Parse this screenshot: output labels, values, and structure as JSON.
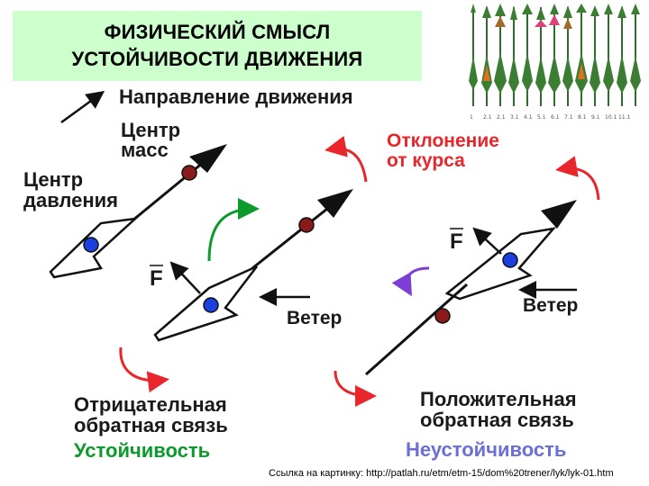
{
  "title": {
    "line1": "ФИЗИЧЕСКИЙ СМЫСЛ",
    "line2": "УСТОЙЧИВОСТИ ДВИЖЕНИЯ"
  },
  "labels": {
    "direction": "Направление движения",
    "center_mass_1": "Центр",
    "center_mass_2": "масс",
    "center_pressure_1": "Центр",
    "center_pressure_2": "давления",
    "deviation_1": "Отклонение",
    "deviation_2": "от курса",
    "force_left": "F",
    "force_right": "F",
    "wind_left": "Ветер",
    "wind_right": "Ветер",
    "neg_feedback_1": "Отрицательная",
    "neg_feedback_2": "обратная связь",
    "stability": "Устойчивость",
    "pos_feedback_1": "Положительная",
    "pos_feedback_2": "обратная связь",
    "instability": "Неустойчивость"
  },
  "caption": "Ссылка на картинку: http://patlah.ru/etm/etm-15/dom%20trener/lyk/lyk-01.htm",
  "colors": {
    "red": "#e8262b",
    "green": "#0d9a2c",
    "purple": "#7b3fd6",
    "center_mass": "#8b1a1a",
    "center_pressure": "#1a3fe0",
    "title_bg": "#ccffcc"
  }
}
